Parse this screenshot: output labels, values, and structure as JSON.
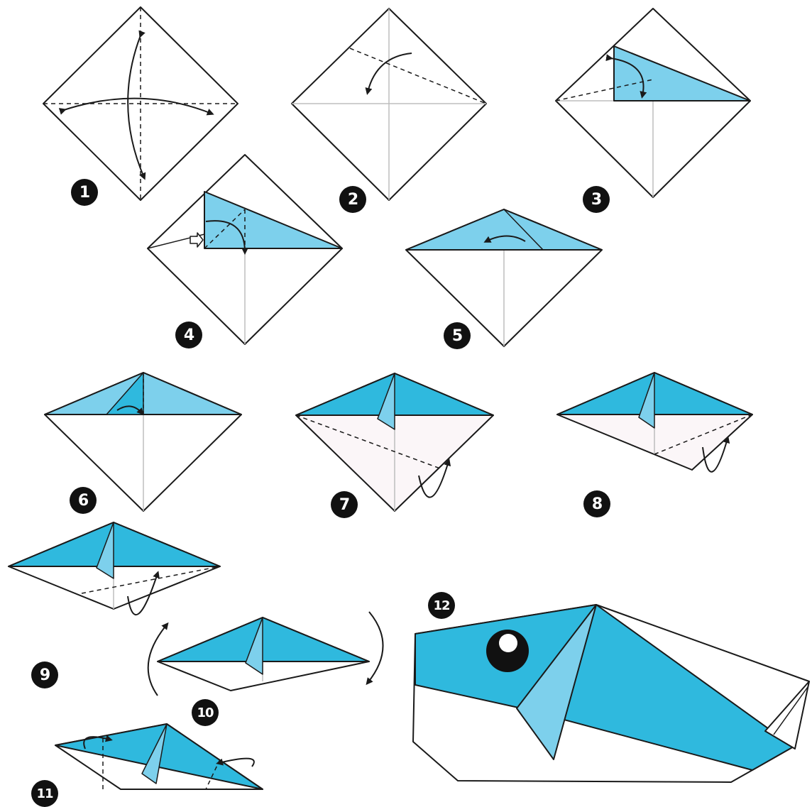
{
  "steps": [
    "1",
    "2",
    "3",
    "4",
    "5",
    "6",
    "7",
    "8",
    "9",
    "10",
    "11",
    "12"
  ],
  "colors": {
    "line": "#1a1a1a",
    "crease": "#bdbdbd",
    "paper_white": "#ffffff",
    "paper_light_blue": "#7dd0ec",
    "paper_blue": "#2fb9de",
    "underside_pink": "#fbf6f8",
    "eye_black": "#111111"
  }
}
